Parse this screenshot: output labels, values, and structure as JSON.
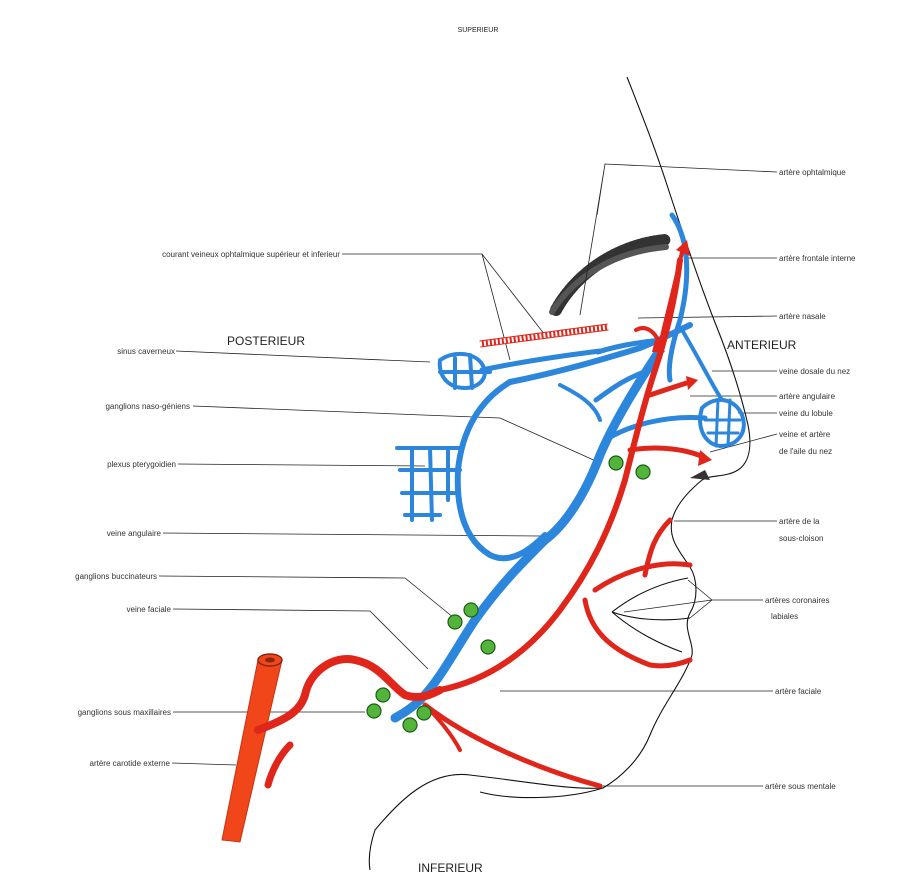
{
  "orientation": {
    "top": "SUPERIEUR",
    "bottom": "INFERIEUR",
    "left": "POSTERIEUR",
    "right": "ANTERIEUR"
  },
  "labels_left": [
    "courant veineux ophtalmique supérieur et inferieur",
    "sinus caverneux",
    "ganglions naso-géniens",
    "plexus pterygoidien",
    "veine angulaire",
    "ganglions buccinateurs",
    "veine faciale",
    "ganglions sous maxillaires",
    "artère carotide externe"
  ],
  "labels_right": [
    "artère ophtalmique",
    "artère frontale interne",
    "artère nasale",
    "veine dosale du nez",
    "artère angulaire",
    "veine du lobule",
    "veine et artère",
    "de l'aile du nez",
    "artère de la",
    "sous-cloison",
    "artères coronaires",
    "labiales",
    "artère faciale",
    "artère sous mentale"
  ],
  "colors": {
    "vein": "#2b86dc",
    "artery": "#e0251a",
    "carotid": "#f0461a",
    "lymph_node": "#52b43a",
    "outline": "#111111"
  }
}
